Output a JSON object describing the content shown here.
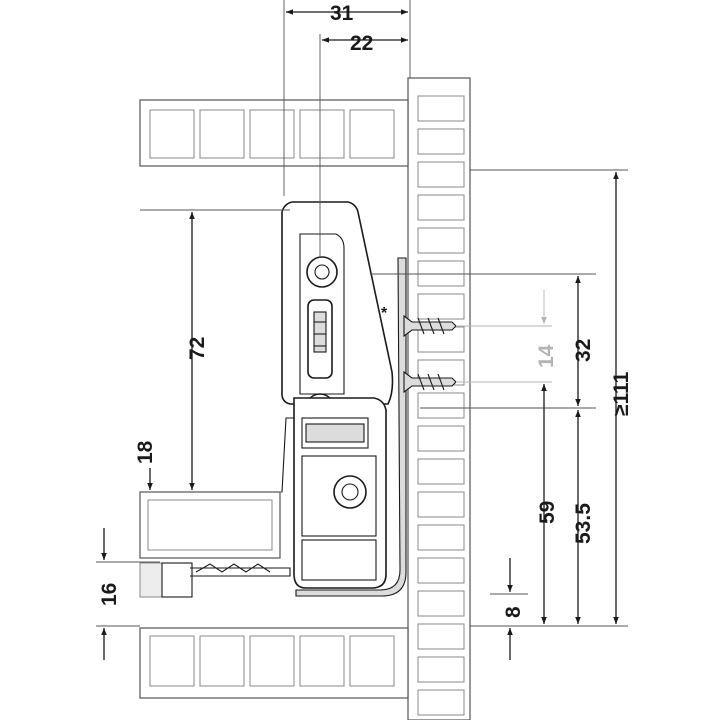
{
  "diagram": {
    "dimensions": {
      "top_31": "31",
      "top_22": "22",
      "left_72": "72",
      "left_18": "18",
      "left_16": "16",
      "right_32": "32",
      "right_14": "14",
      "right_111": "≥111",
      "right_59": "59",
      "right_53_5": "53.5",
      "right_8": "8"
    },
    "asterisk": "*",
    "colors": {
      "line": "#1a1a1a",
      "secondary_dimension": "#b4b4b4",
      "part_fill": "#dcdcdc"
    }
  }
}
